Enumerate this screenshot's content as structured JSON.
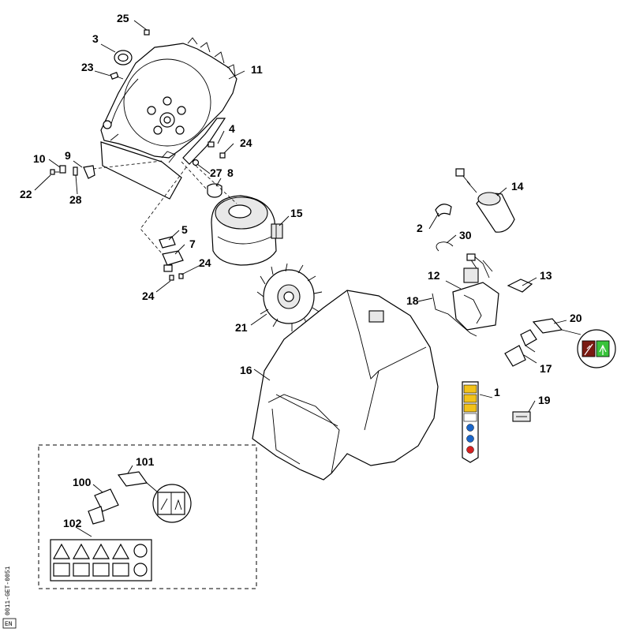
{
  "diagram": {
    "callouts": [
      {
        "id": "c1",
        "label": "1"
      },
      {
        "id": "c2",
        "label": "2"
      },
      {
        "id": "c3",
        "label": "3"
      },
      {
        "id": "c4",
        "label": "4"
      },
      {
        "id": "c5",
        "label": "5"
      },
      {
        "id": "c7",
        "label": "7"
      },
      {
        "id": "c8",
        "label": "8"
      },
      {
        "id": "c9",
        "label": "9"
      },
      {
        "id": "c10",
        "label": "10"
      },
      {
        "id": "c11",
        "label": "11"
      },
      {
        "id": "c12",
        "label": "12"
      },
      {
        "id": "c13",
        "label": "13"
      },
      {
        "id": "c14",
        "label": "14"
      },
      {
        "id": "c15",
        "label": "15"
      },
      {
        "id": "c16",
        "label": "16"
      },
      {
        "id": "c17",
        "label": "17"
      },
      {
        "id": "c18",
        "label": "18"
      },
      {
        "id": "c19",
        "label": "19"
      },
      {
        "id": "c20",
        "label": "20"
      },
      {
        "id": "c21",
        "label": "21"
      },
      {
        "id": "c22",
        "label": "22"
      },
      {
        "id": "c23",
        "label": "23"
      },
      {
        "id": "c24a",
        "label": "24"
      },
      {
        "id": "c24b",
        "label": "24"
      },
      {
        "id": "c24c",
        "label": "24"
      },
      {
        "id": "c25",
        "label": "25"
      },
      {
        "id": "c27",
        "label": "27"
      },
      {
        "id": "c28",
        "label": "28"
      },
      {
        "id": "c30",
        "label": "30"
      },
      {
        "id": "c100",
        "label": "100"
      },
      {
        "id": "c101",
        "label": "101"
      },
      {
        "id": "c102",
        "label": "102"
      }
    ],
    "side_code": "0011-GET-0051",
    "corner_mark": "EN"
  }
}
